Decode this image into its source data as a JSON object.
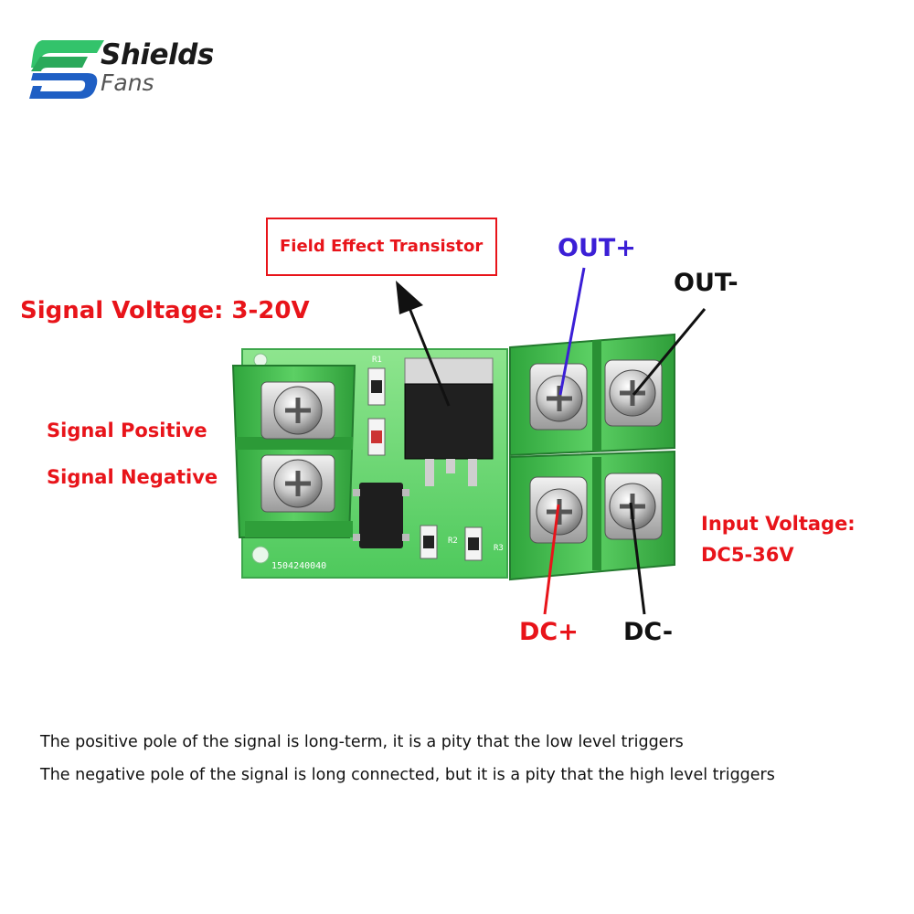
{
  "brand": {
    "line1": "Shields",
    "line2": "Fans",
    "colors": {
      "green": "#33c36b",
      "blue": "#1f5fc4",
      "dark": "#1a1a1a"
    }
  },
  "labels": {
    "fet": "Field Effect Transistor",
    "signal_voltage": "Signal Voltage: 3-20V",
    "signal_positive": "Signal Positive",
    "signal_negative": "Signal Negative",
    "out_plus": "OUT+",
    "out_minus": "OUT-",
    "input_voltage_line1": "Input Voltage:",
    "input_voltage_line2": "DC5-36V",
    "dc_plus": "DC+",
    "dc_minus": "DC-"
  },
  "board": {
    "serial": "1504240040",
    "silk": {
      "r1": "R1",
      "r2": "R2",
      "r3": "R3"
    }
  },
  "notes": [
    "The positive pole of the signal is long-term, it is a pity that the low level triggers",
    "The negative pole of the signal is long connected, but it is a pity that the high level triggers"
  ],
  "colors": {
    "label_red": "#e8141a",
    "label_blue": "#3b1fd6",
    "board_green": "#5fd36b",
    "terminal_green": "#3fb64a",
    "fet_box_border": "#e8141a"
  }
}
